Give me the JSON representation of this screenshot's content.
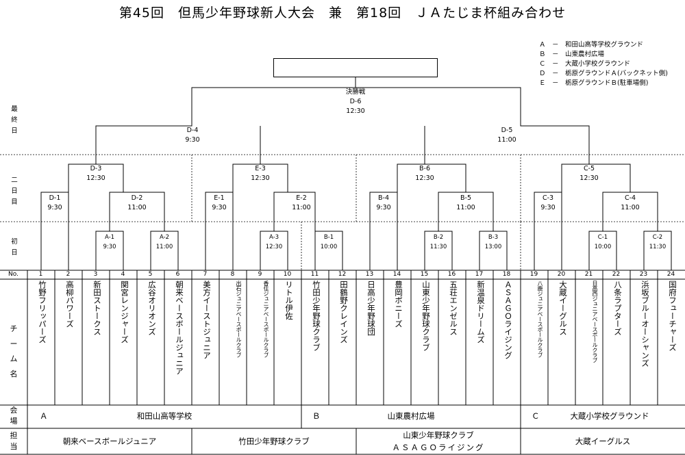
{
  "title": "第45回　但馬少年野球新人大会　兼　第18回　ＪＡたじま杯組み合わせ",
  "legend": [
    "Ａ　－　和田山高等学校グラウンド",
    "Ｂ　－　山東農村広場",
    "Ｃ　－　大蔵小学校グラウンド",
    "Ｄ　－　栃原グラウンドＡ(バックネット側)",
    "Ｅ　－　栃原グラウンドＢ(駐車場側)"
  ],
  "day_labels": {
    "final": "最終日",
    "second": "二日目",
    "first": "初日"
  },
  "matches": {
    "final": {
      "code": "決勝戦",
      "game": "D-6",
      "time": "12:30"
    },
    "D4": {
      "code": "D-4",
      "time": "9:30"
    },
    "D5": {
      "code": "D-5",
      "time": "11:00"
    },
    "D3": {
      "code": "D-3",
      "time": "12:30"
    },
    "E3": {
      "code": "E-3",
      "time": "12:30"
    },
    "B6": {
      "code": "B-6",
      "time": "12:30"
    },
    "C5": {
      "code": "C-5",
      "time": "12:30"
    },
    "D1": {
      "code": "D-1",
      "time": "9:30"
    },
    "D2": {
      "code": "D-2",
      "time": "11:00"
    },
    "E1": {
      "code": "E-1",
      "time": "9:30"
    },
    "E2": {
      "code": "E-2",
      "time": "11:00"
    },
    "B4": {
      "code": "B-4",
      "time": "9:30"
    },
    "B5": {
      "code": "B-5",
      "time": "11:00"
    },
    "C3": {
      "code": "C-3",
      "time": "9:30"
    },
    "C4": {
      "code": "C-4",
      "time": "11:00"
    },
    "A1": {
      "code": "A-1",
      "time": "9:30"
    },
    "A2": {
      "code": "A-2",
      "time": "11:00"
    },
    "A3": {
      "code": "A-3",
      "time": "12:30"
    },
    "B1": {
      "code": "B-1",
      "time": "10:00"
    },
    "B2": {
      "code": "B-2",
      "time": "11:30"
    },
    "B3": {
      "code": "B-3",
      "time": "13:00"
    },
    "C1": {
      "code": "C-1",
      "time": "10:00"
    },
    "C2": {
      "code": "C-2",
      "time": "11:30"
    }
  },
  "no_label": "No.",
  "team_label": "チーム名",
  "teams": [
    {
      "no": "1",
      "name": "竹野フリッパーズ"
    },
    {
      "no": "2",
      "name": "高柳パワーズ"
    },
    {
      "no": "3",
      "name": "新田ストークス"
    },
    {
      "no": "4",
      "name": "関宮レンジャーズ"
    },
    {
      "no": "5",
      "name": "広谷オリオンズ"
    },
    {
      "no": "6",
      "name": "朝来ベースボールジュニア"
    },
    {
      "no": "7",
      "name": "美方イーストジュニア"
    },
    {
      "no": "8",
      "name": "出石ジュニアベースボールクラブ"
    },
    {
      "no": "9",
      "name": "香住ジュニアベースボールクラブ"
    },
    {
      "no": "10",
      "name": "リトル伊佐"
    },
    {
      "no": "11",
      "name": "竹田少年野球クラブ"
    },
    {
      "no": "12",
      "name": "田鶴野クレインズ"
    },
    {
      "no": "13",
      "name": "日高少年野球団"
    },
    {
      "no": "14",
      "name": "豊岡ボニーズ"
    },
    {
      "no": "15",
      "name": "山東少年野球クラブ"
    },
    {
      "no": "16",
      "name": "五荘エンゼルス"
    },
    {
      "no": "17",
      "name": "新温泉ドリームズ"
    },
    {
      "no": "18",
      "name": "ＡＳＡＧＯライジング"
    },
    {
      "no": "19",
      "name": "八鹿ジュニアベースボールクラブ"
    },
    {
      "no": "20",
      "name": "大蔵イーグルス"
    },
    {
      "no": "21",
      "name": "日高西ジュニアベースボールクラブ"
    },
    {
      "no": "22",
      "name": "八条ラプターズ"
    },
    {
      "no": "23",
      "name": "浜坂ブルーオーシャンズ"
    },
    {
      "no": "24",
      "name": "国府フューチャーズ"
    }
  ],
  "venue_label": "会場",
  "venues": [
    {
      "letter": "Ａ",
      "name": "和田山高等学校"
    },
    {
      "letter": "Ｂ",
      "name": "山東農村広場"
    },
    {
      "letter": "Ｃ",
      "name": "大蔵小学校グラウンド"
    }
  ],
  "resp_label": "担当",
  "responsible": [
    "朝来ベースボールジュニア",
    "竹田少年野球クラブ",
    "山東少年野球クラブ",
    "ＡＳＡＧＯライジング",
    "大蔵イーグルス"
  ]
}
